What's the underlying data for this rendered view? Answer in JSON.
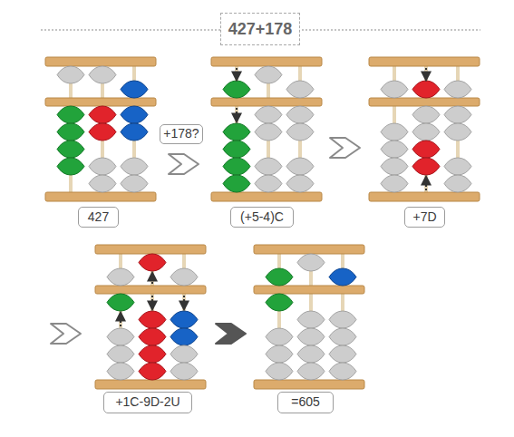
{
  "diagram": {
    "title": "427+178",
    "nodes": [
      {
        "text": [
          "427"
        ]
      },
      {
        "text": [
          "+178?"
        ]
      },
      {
        "text": [
          "(+5-4)C"
        ]
      },
      {
        "text": [
          "+7D"
        ]
      },
      {
        "text": [
          "+1C-9D-2U"
        ]
      },
      {
        "text": [
          "=605"
        ]
      }
    ]
  }
}
